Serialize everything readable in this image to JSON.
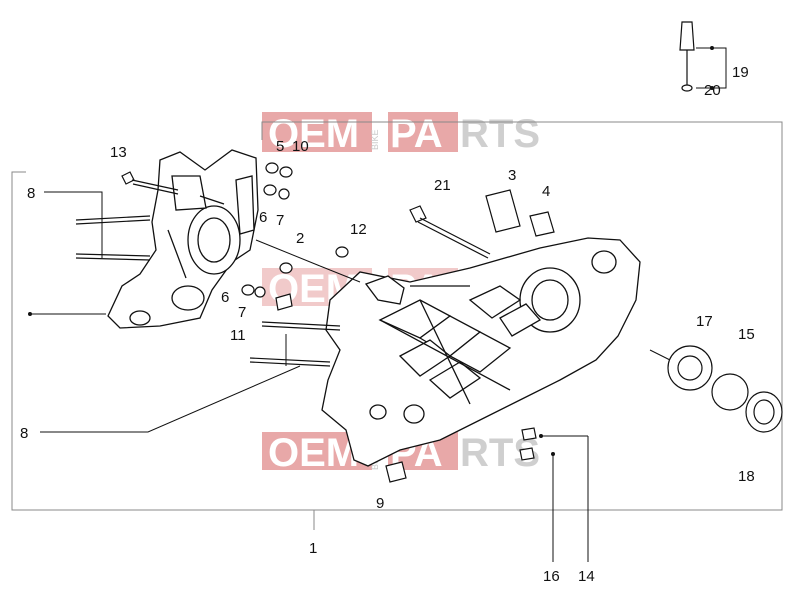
{
  "watermark": {
    "brand_left": "OEM",
    "brand_small": "BIKE",
    "brand_right_red": "PA",
    "brand_right_grey": "RTS",
    "color_red": "#e8a8a8",
    "color_grey": "#cfcfcf"
  },
  "callouts": {
    "c1": "1",
    "c2": "2",
    "c3": "3",
    "c4": "4",
    "c5": "5",
    "c6a": "6",
    "c6b": "6",
    "c7a": "7",
    "c7b": "7",
    "c8a": "8",
    "c8b": "8",
    "c9": "9",
    "c10": "10",
    "c11": "11",
    "c12": "12",
    "c13": "13",
    "c14": "14",
    "c15": "15",
    "c16": "16",
    "c17": "17",
    "c18": "18",
    "c19": "19",
    "c20": "20",
    "c21": "21"
  },
  "colors": {
    "line": "#111111",
    "frame": "#888888"
  }
}
